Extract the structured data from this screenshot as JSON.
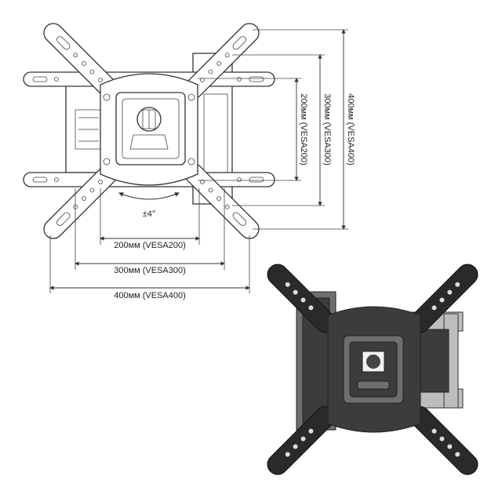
{
  "horizontal_dimensions": [
    {
      "label": "200мм (VESA200)"
    },
    {
      "label": "300мм (VESA300)"
    },
    {
      "label": "400мм (VESA400)"
    }
  ],
  "vertical_dimensions": [
    {
      "label": "200мм (VESA200)"
    },
    {
      "label": "300мм (VESA300)"
    },
    {
      "label": "400мм (VESA400)"
    }
  ],
  "tilt_label": "±4°"
}
